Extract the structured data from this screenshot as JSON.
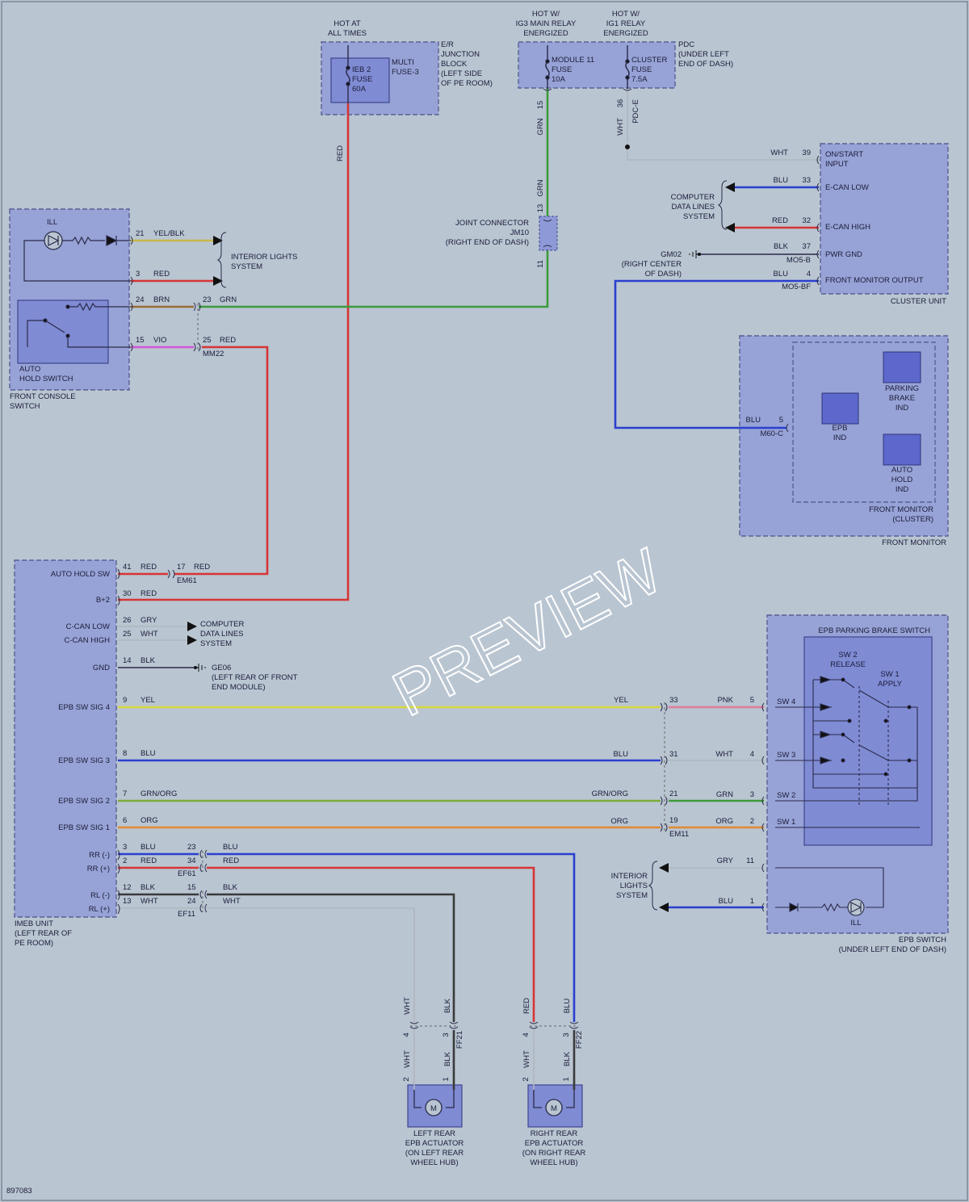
{
  "colors": {
    "RED": "#d63535",
    "GRN": "#3d9a3d",
    "BLU": "#2b3fcf",
    "YEL": "#d8d83a",
    "ORG": "#e08a32",
    "GRY": "#9aa0a8",
    "WHT": "#c6ccd3",
    "BLK": "#3a3a3a",
    "PNK": "#e07b98",
    "VIO": "#d557d8",
    "BRN": "#9a6b3a",
    "YELBLK": "#c9b84a",
    "GRNORG": "#7cac38"
  },
  "watermark": "PREVIEW",
  "figure_id": "897083",
  "power": {
    "hot1": [
      "HOT AT",
      "ALL TIMES"
    ],
    "hot2": [
      "HOT W/",
      "IG3 MAIN RELAY",
      "ENERGIZED"
    ],
    "hot3": [
      "HOT W/",
      "IG1 RELAY",
      "ENERGIZED"
    ],
    "er_block": [
      "E/R",
      "JUNCTION",
      "BLOCK",
      "(LEFT SIDE",
      "OF PE ROOM)"
    ],
    "multi_fuse": [
      "MULTI",
      "FUSE-3"
    ],
    "ieb_fuse": [
      "IEB 2",
      "FUSE",
      "60A"
    ],
    "pdc": [
      "PDC",
      "(UNDER LEFT",
      "END OF DASH)"
    ],
    "module_fuse": [
      "MODULE 11",
      "FUSE",
      "10A"
    ],
    "cluster_fuse": [
      "CLUSTER",
      "FUSE",
      "7.5A"
    ],
    "grn_pin": "15",
    "wht_pin": "36",
    "pdc_conn": "PDC-E",
    "red": "RED",
    "grn": "GRN",
    "wht": "WHT"
  },
  "joint": {
    "label": [
      "JOINT CONNECTOR",
      "JM10",
      "(RIGHT END OF DASH)"
    ],
    "pin_top": "13",
    "pin_bot": "11",
    "grn": "GRN"
  },
  "front_console": {
    "ill": "ILL",
    "auto_hold": [
      "AUTO",
      "HOLD SWITCH"
    ],
    "name": [
      "FRONT CONSOLE",
      "SWITCH"
    ],
    "p21": "21",
    "c21": "YEL/BLK",
    "p3": "3",
    "c3": "RED",
    "interior": [
      "INTERIOR LIGHTS",
      "SYSTEM"
    ],
    "p24": "24",
    "c24": "BRN",
    "p23": "23",
    "c23": "GRN",
    "p15": "15",
    "c15": "VIO",
    "p25": "25",
    "c25": "RED",
    "mm22": "MM22"
  },
  "cluster": {
    "wht": "WHT",
    "p39": "39",
    "onstart": [
      "ON/START",
      "INPUT"
    ],
    "cdl": [
      "COMPUTER",
      "DATA LINES",
      "SYSTEM"
    ],
    "blu": "BLU",
    "p33": "33",
    "ecanlow": "E-CAN LOW",
    "red": "RED",
    "p32": "32",
    "ecanhigh": "E-CAN HIGH",
    "gm02": [
      "GM02",
      "(RIGHT CENTER",
      "OF DASH)"
    ],
    "blk": "BLK",
    "p37": "37",
    "mo5b": "MO5-B",
    "pwrgnd": "PWR GND",
    "blu2": "BLU",
    "p4": "4",
    "mo5bf": "MO5-BF",
    "fmo": "FRONT MONITOR OUTPUT",
    "name": "CLUSTER UNIT"
  },
  "front_monitor": {
    "blu": "BLU",
    "p5": "5",
    "m60c": "M60-C",
    "epb": [
      "EPB",
      "IND"
    ],
    "parking": [
      "PARKING",
      "BRAKE",
      "IND"
    ],
    "autohold": [
      "AUTO",
      "HOLD",
      "IND"
    ],
    "inner": [
      "FRONT MONITOR",
      "(CLUSTER)"
    ],
    "name": "FRONT MONITOR"
  },
  "imeb": {
    "autohold": "AUTO HOLD SW",
    "b2": "B+2",
    "canlow": "C-CAN LOW",
    "canhigh": "C-CAN HIGH",
    "gnd": "GND",
    "sig4": "EPB SW SIG 4",
    "sig3": "EPB SW SIG 3",
    "sig2": "EPB SW SIG 2",
    "sig1": "EPB SW SIG 1",
    "rrm": "RR (-)",
    "rrp": "RR (+)",
    "rlm": "RL (-)",
    "rlp": "RL (+)",
    "name": [
      "IMEB UNIT",
      "(LEFT REAR OF",
      "PE ROOM)"
    ],
    "p41": "41",
    "c41": "RED",
    "p17": "17",
    "c17": "RED",
    "em61": "EM61",
    "p30": "30",
    "c30": "RED",
    "p26": "26",
    "c26": "GRY",
    "p25": "25",
    "c25": "WHT",
    "cdl": [
      "COMPUTER",
      "DATA LINES",
      "SYSTEM"
    ],
    "p14": "14",
    "c14": "BLK",
    "ge06": [
      "GE06",
      "(LEFT REAR OF FRONT",
      "END MODULE)"
    ],
    "p9": "9",
    "c9": "YEL",
    "p8": "8",
    "c8": "BLU",
    "p7": "7",
    "c7": "GRN/ORG",
    "p6": "6",
    "c6": "ORG",
    "p3": "3",
    "c3": "BLU",
    "p2": "2",
    "c2": "RED",
    "p12": "12",
    "c12": "BLK",
    "p13": "13",
    "c13": "WHT",
    "p23": "23",
    "c23": "BLU",
    "p34": "34",
    "c34": "RED",
    "ef61": "EF61",
    "p15": "15",
    "c15": "BLK",
    "p24": "24",
    "c24": "WHT",
    "ef11": "EF11"
  },
  "em11": {
    "yel": "YEL",
    "p33": "33",
    "pnk": "PNK",
    "p5": "5",
    "blu": "BLU",
    "p31": "31",
    "wht": "WHT",
    "p4": "4",
    "grnorg": "GRN/ORG",
    "p21": "21",
    "grn": "GRN",
    "p3": "3",
    "org": "ORG",
    "p19": "19",
    "org2": "ORG",
    "p2": "2",
    "name": "EM11"
  },
  "epb_switch": {
    "title": "EPB PARKING BRAKE SWITCH",
    "sw2": [
      "SW 2",
      "RELEASE"
    ],
    "sw1": [
      "SW 1",
      "APPLY"
    ],
    "s4": "SW 4",
    "s3": "SW 3",
    "s2": "SW 2",
    "s1": "SW 1",
    "gry": "GRY",
    "p11": "11",
    "blu": "BLU",
    "p1": "1",
    "ill": "ILL",
    "interior": [
      "INTERIOR",
      "LIGHTS",
      "SYSTEM"
    ],
    "name": [
      "EPB SWITCH",
      "(UNDER LEFT END OF DASH)"
    ]
  },
  "actuators": {
    "ff21": "FF21",
    "ff22": "FF22",
    "l_wht": "WHT",
    "l_blk": "BLK",
    "l_p4": "4",
    "l_p3": "3",
    "l_p2": "2",
    "l_p1": "1",
    "r_red": "RED",
    "r_blu": "BLU",
    "r_wht": "WHT",
    "r_blk": "BLK",
    "r_p4": "4",
    "r_p3": "3",
    "r_p2": "2",
    "r_p1": "1",
    "m": "M",
    "left": [
      "LEFT REAR",
      "EPB ACTUATOR",
      "(ON LEFT REAR",
      "WHEEL HUB)"
    ],
    "right": [
      "RIGHT REAR",
      "EPB ACTUATOR",
      "(ON RIGHT REAR",
      "WHEEL HUB)"
    ]
  }
}
